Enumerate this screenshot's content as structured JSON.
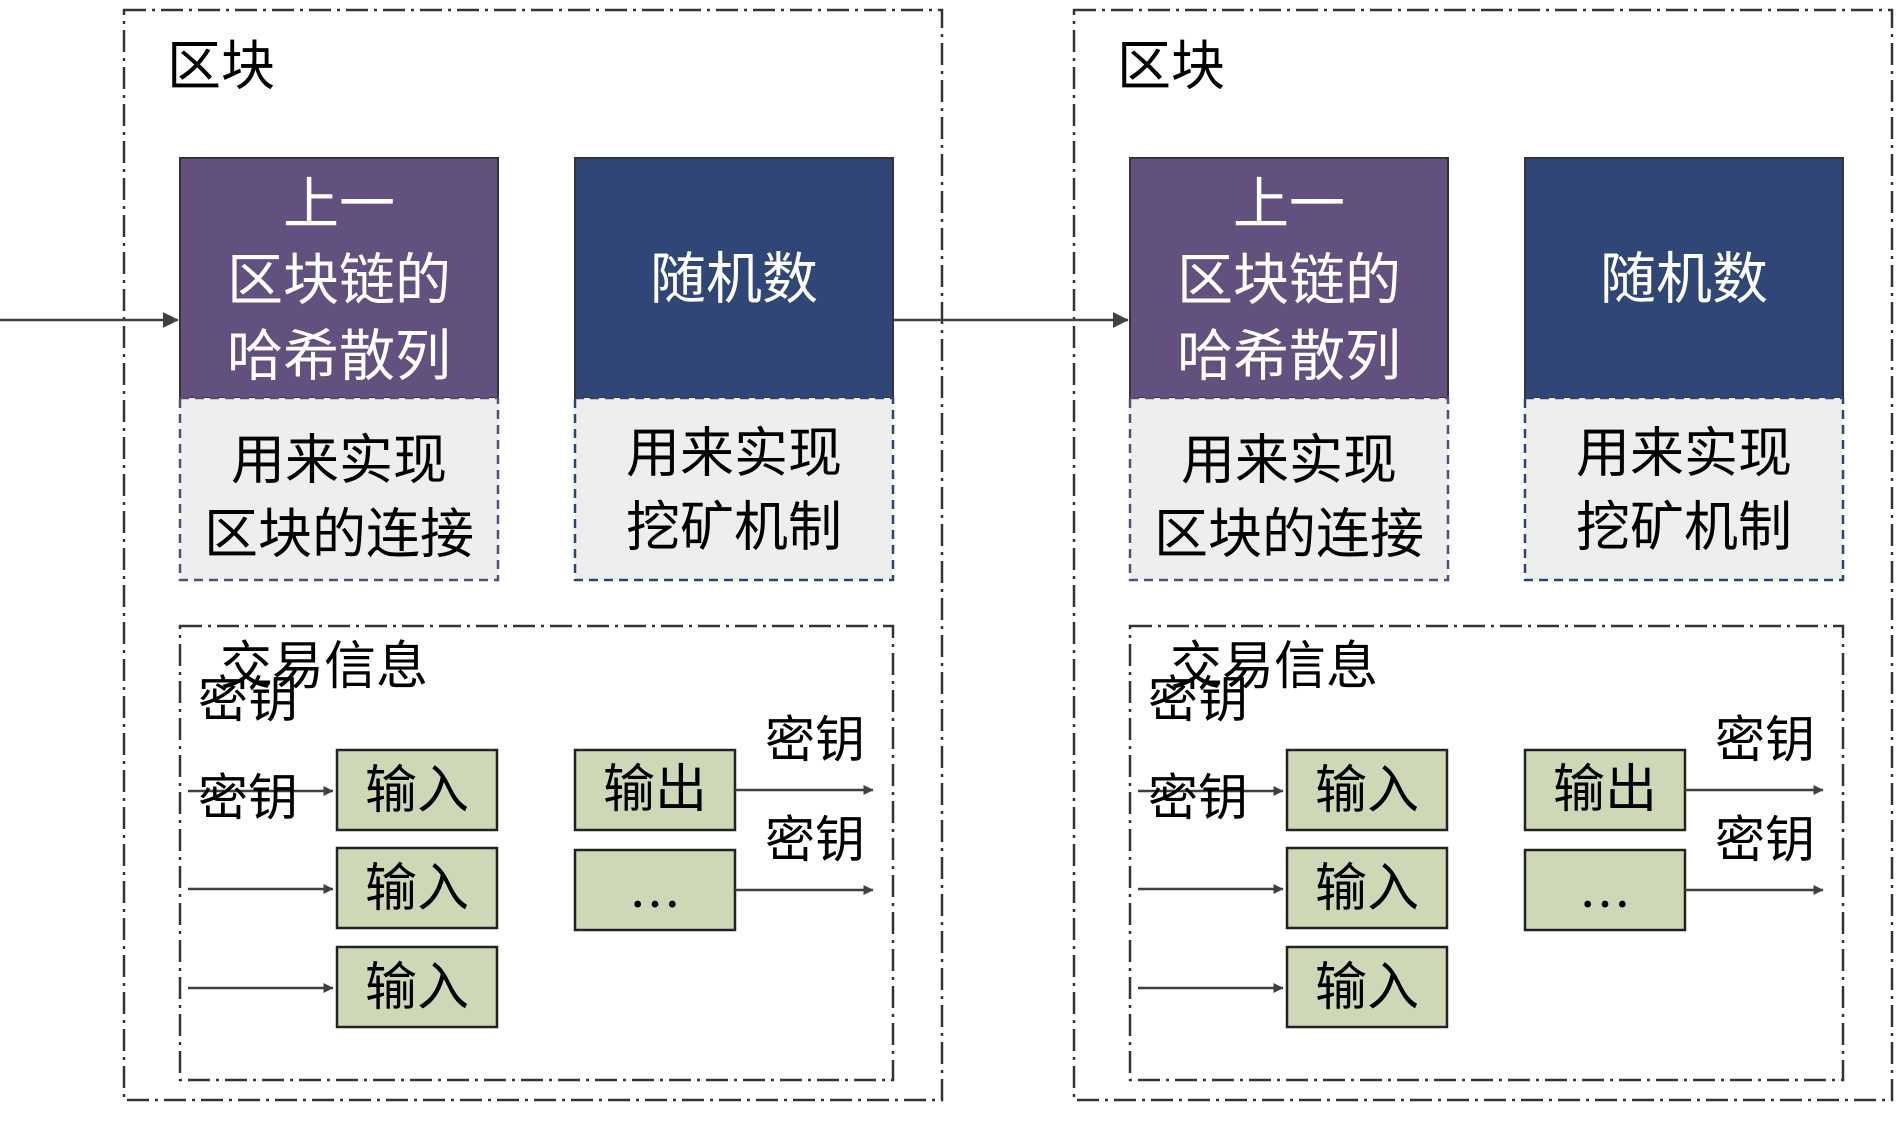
{
  "colors": {
    "prev_hash_fill": "#62517e",
    "nonce_fill": "#2f4676",
    "desc_fill": "#eeeeee",
    "desc_stroke_left": "#5b4a7a",
    "desc_stroke_right": "#2e4476",
    "io_fill": "#cfd8b6",
    "line": "#404040",
    "frame": "#333333"
  },
  "blocks": [
    {
      "title": "区块",
      "prev_hash": {
        "lines": [
          "上一",
          "区块链的",
          "哈希散列"
        ],
        "desc": [
          "用来实现",
          "区块的连接"
        ]
      },
      "nonce": {
        "label": "随机数",
        "desc": [
          "用来实现",
          "挖矿机制"
        ]
      },
      "tx": {
        "title": "交易信息",
        "inputs": [
          {
            "key": "密钥",
            "label": "输入"
          },
          {
            "key": "密钥",
            "label": "输入"
          },
          {
            "key": "",
            "label": "输入"
          }
        ],
        "outputs": [
          {
            "key": "密钥",
            "label": "输出"
          },
          {
            "key": "密钥",
            "label": "…"
          }
        ]
      }
    },
    {
      "title": "区块",
      "prev_hash": {
        "lines": [
          "上一",
          "区块链的",
          "哈希散列"
        ],
        "desc": [
          "用来实现",
          "区块的连接"
        ]
      },
      "nonce": {
        "label": "随机数",
        "desc": [
          "用来实现",
          "挖矿机制"
        ]
      },
      "tx": {
        "title": "交易信息",
        "inputs": [
          {
            "key": "密钥",
            "label": "输入"
          },
          {
            "key": "密钥",
            "label": "输入"
          },
          {
            "key": "",
            "label": "输入"
          }
        ],
        "outputs": [
          {
            "key": "密钥",
            "label": "输出"
          },
          {
            "key": "密钥",
            "label": "…"
          }
        ]
      }
    }
  ]
}
